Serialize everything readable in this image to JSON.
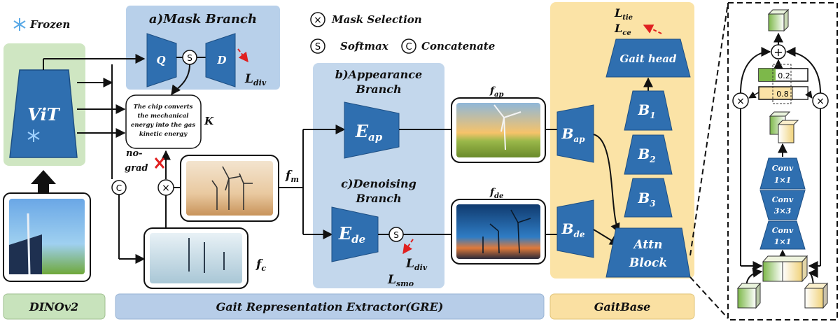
{
  "legend": {
    "frozen": "Frozen",
    "mask_selection": "Mask Selection",
    "softmax": "Softmax",
    "concatenate": "Concatenate",
    "softmax_symbol": "S",
    "concat_symbol": "C"
  },
  "dinov2": {
    "backbone": "ViT",
    "footer": "DINOv2"
  },
  "mask_branch": {
    "title": "a)Mask Branch",
    "q": "Q",
    "d": "D",
    "loss": "L",
    "loss_sub": "div"
  },
  "text_prompt": {
    "text_lines": [
      "The chip converts",
      "the mechanical",
      "energy into the gas",
      "kinetic energy"
    ],
    "k_label": "K",
    "no_grad": [
      "no-",
      "grad"
    ]
  },
  "features": {
    "fm": "f",
    "fm_sub": "m",
    "fc": "f",
    "fc_sub": "c",
    "fap": "f",
    "fap_sub": "ap",
    "fde": "f",
    "fde_sub": "de"
  },
  "appearance_branch": {
    "title_lines": [
      "b)Appearance",
      "Branch"
    ],
    "encoder": "E",
    "encoder_sub": "ap"
  },
  "denoising_branch": {
    "title_lines": [
      "c)Denoising",
      "Branch"
    ],
    "encoder": "E",
    "encoder_sub": "de",
    "loss_div": "L",
    "loss_div_sub": "div",
    "loss_smo": "L",
    "loss_smo_sub": "smo"
  },
  "gaitbase": {
    "loss_tie": "L",
    "loss_tie_sub": "tie",
    "loss_ce": "L",
    "loss_ce_sub": "ce",
    "gait_head": "Gait head",
    "b1": "B",
    "b1_sub": "1",
    "b2": "B",
    "b2_sub": "2",
    "b3": "B",
    "b3_sub": "3",
    "bap": "B",
    "bap_sub": "ap",
    "bde": "B",
    "bde_sub": "de",
    "attn_lines": [
      "Attn",
      "Block"
    ],
    "footer": "GaitBase"
  },
  "gre": {
    "footer": "Gait Representation Extractor(GRE)"
  },
  "attn_detail": {
    "weight_top": "0.2",
    "weight_bottom": "0.8",
    "conv1": [
      "Conv",
      "1×1"
    ],
    "conv2": [
      "Conv",
      "3×3"
    ],
    "conv3": [
      "Conv",
      "1×1"
    ]
  },
  "colors": {
    "block_blue": "#2f6fb0",
    "mask_bg": "#b8d0ea",
    "branch_bg": "#c3d7ec",
    "gait_bg": "#fbe3a6",
    "dino_bg": "#cfe6c2",
    "footer_blue": "#b7cde8",
    "footer_green": "#c8e3bc",
    "footer_yellow": "#fae0a2"
  }
}
